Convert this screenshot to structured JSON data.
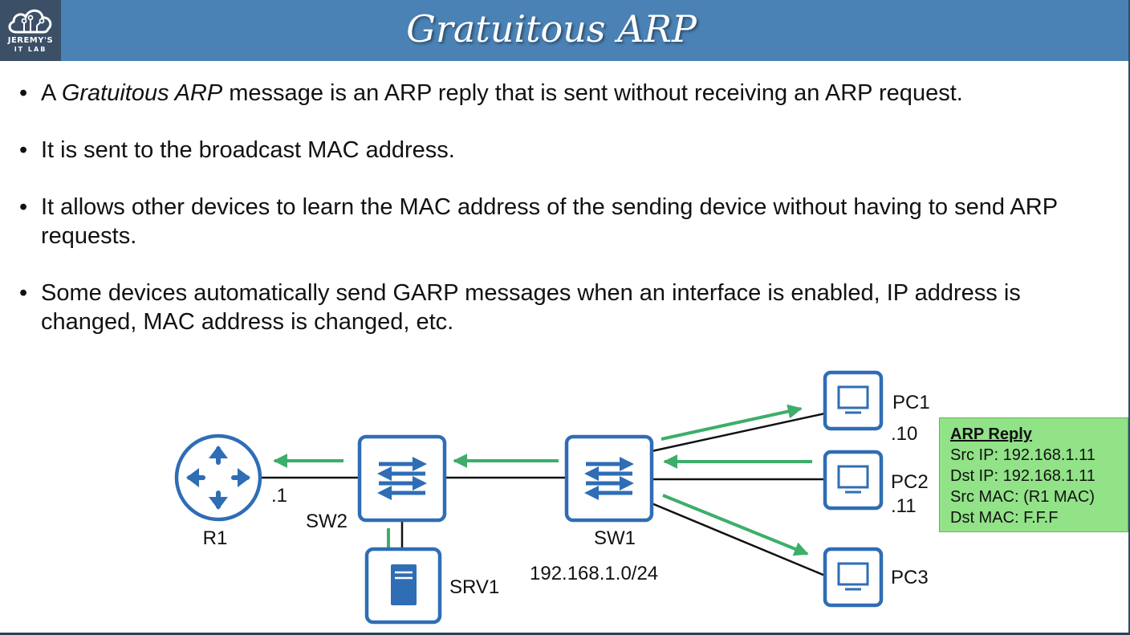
{
  "header": {
    "title": "Gratuitous ARP",
    "logo_line1": "JEREMY'S",
    "logo_line2": "IT LAB",
    "color": "#4a82b5"
  },
  "bullets": {
    "b1": {
      "before": "A ",
      "italic": "Gratuitous ARP",
      "after": " message is an ARP reply that is sent without receiving an ARP request."
    },
    "b2": "It is sent to the broadcast MAC address.",
    "b3": "It allows other devices to learn the MAC address of the sending device without having to send ARP requests.",
    "b4": "Some devices automatically send GARP messages when an interface is enabled, IP address is changed, MAC address is changed, etc."
  },
  "diagram": {
    "devices": {
      "r1": "R1",
      "sw2": "SW2",
      "sw1": "SW1",
      "srv1": "SRV1",
      "pc1": "PC1",
      "pc2": "PC2",
      "pc3": "PC3"
    },
    "labels": {
      "r1_ip": ".1",
      "pc1_ip": ".10",
      "pc2_ip": ".11",
      "network": "192.168.1.0/24"
    },
    "arp_box": {
      "title": "ARP Reply",
      "src_ip": "Src IP: 192.168.1.11",
      "dst_ip": "Dst IP: 192.168.1.11",
      "src_mac": "Src MAC: (R1 MAC)",
      "dst_mac": "Dst MAC: F.F.F"
    },
    "colors": {
      "device": "#2f6db5",
      "arrow": "#3dae6a",
      "arp_box": "#92e288"
    }
  }
}
